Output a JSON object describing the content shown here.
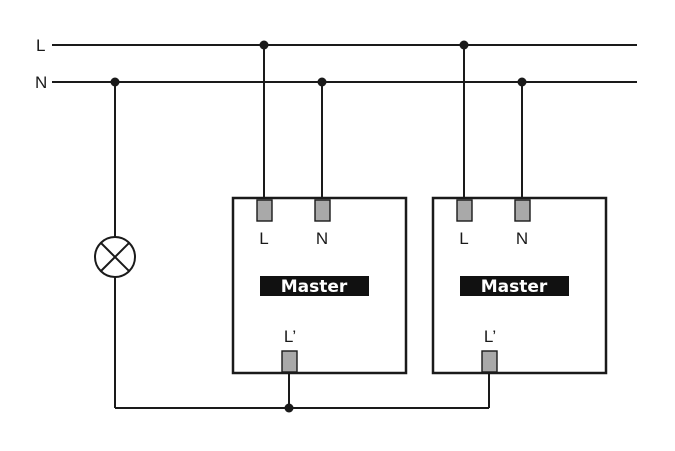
{
  "bus": {
    "line_label": "L",
    "neutral_label": "N"
  },
  "devices": [
    {
      "badge": "Master",
      "terminal_l": "L",
      "terminal_n": "N",
      "terminal_out": "L’"
    },
    {
      "badge": "Master",
      "terminal_l": "L",
      "terminal_n": "N",
      "terminal_out": "L’"
    }
  ],
  "lamp": {
    "icon": "lamp-icon"
  },
  "colors": {
    "wire": "#1a1a1a",
    "terminal": "#a9a9a9",
    "badge": "#111111"
  }
}
